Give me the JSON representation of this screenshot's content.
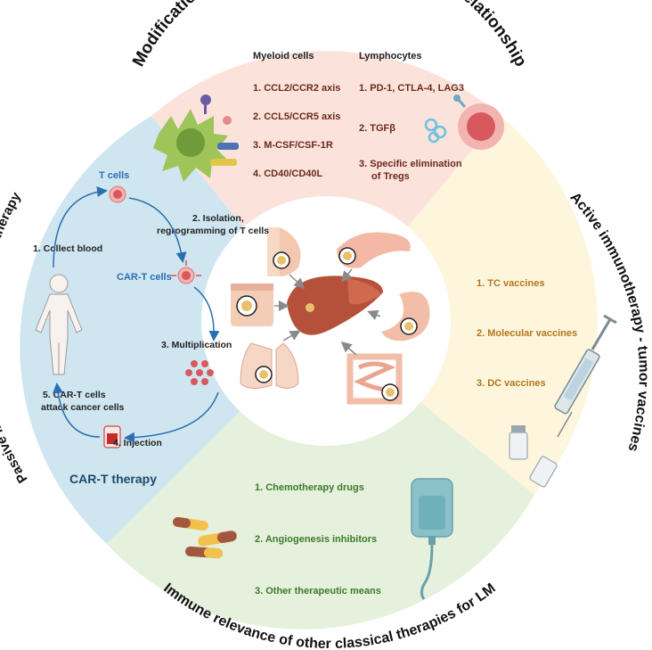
{
  "colors": {
    "top_quadrant": "#fbe3dc",
    "right_quadrant": "#fdf6dc",
    "bottom_quadrant": "#e5f0dd",
    "left_quadrant": "#cfe6f0",
    "top_text": "#6b2a1a",
    "right_text": "#b4761f",
    "bottom_text": "#3e7a2a",
    "left_text": "#1d4a6a",
    "arrow_blue": "#2a6fb0",
    "arc_title": "#111111"
  },
  "arc_titles": {
    "top": "Modification of the original immune crosstalk relationship",
    "right": "Active immunotherapy - tumor vaccines",
    "bottom": "Immune relevance of other classical therapies for LM",
    "left": "Passive immunotherapy - adoptive cell therapy"
  },
  "top_section": {
    "myeloid_header": "Myeloid cells",
    "lymphocytes_header": "Lymphocytes",
    "myeloid_items": [
      "1. CCL2/CCR2 axis",
      "2. CCL5/CCR5 axis",
      "3. M-CSF/CSF-1R",
      "4. CD40/CD40L"
    ],
    "lymphocyte_items": [
      "1. PD-1, CTLA-4, LAG3",
      "2. TGFβ",
      "3. Specific elimination",
      "of Tregs"
    ]
  },
  "right_section": {
    "items": [
      "1. TC vaccines",
      "2. Molecular vaccines",
      "3. DC vaccines"
    ]
  },
  "bottom_section": {
    "items": [
      "1. Chemotherapy drugs",
      "2. Angiogenesis inhibitors",
      "3. Other therapeutic means"
    ]
  },
  "left_section": {
    "t_cells": "T cells",
    "step2_line1": "2. Isolation,",
    "step2_line2": "regrogramming of T cells",
    "car_t_cells": "CAR-T cells",
    "step3": "3. Multiplication",
    "step1": "1. Collect blood",
    "step5_line1": "5. CAR-T cells",
    "step5_line2": "attack cancer cells",
    "step4": "4. Injection",
    "therapy_title": "CAR-T therapy"
  },
  "icons": [
    "macrophage-icon",
    "receptor-icon",
    "lymphocyte-icon",
    "cytokine-icon",
    "human-body-icon",
    "t-cell-icon",
    "car-t-cell-icon",
    "multiplied-cells-icon",
    "blood-bag-icon",
    "breast-icon",
    "pancreas-icon",
    "skin-icon",
    "liver-icon",
    "stomach-icon",
    "lungs-icon",
    "intestine-icon",
    "syringe-icon",
    "vial-icon",
    "capsule-icon",
    "iv-bag-icon"
  ]
}
